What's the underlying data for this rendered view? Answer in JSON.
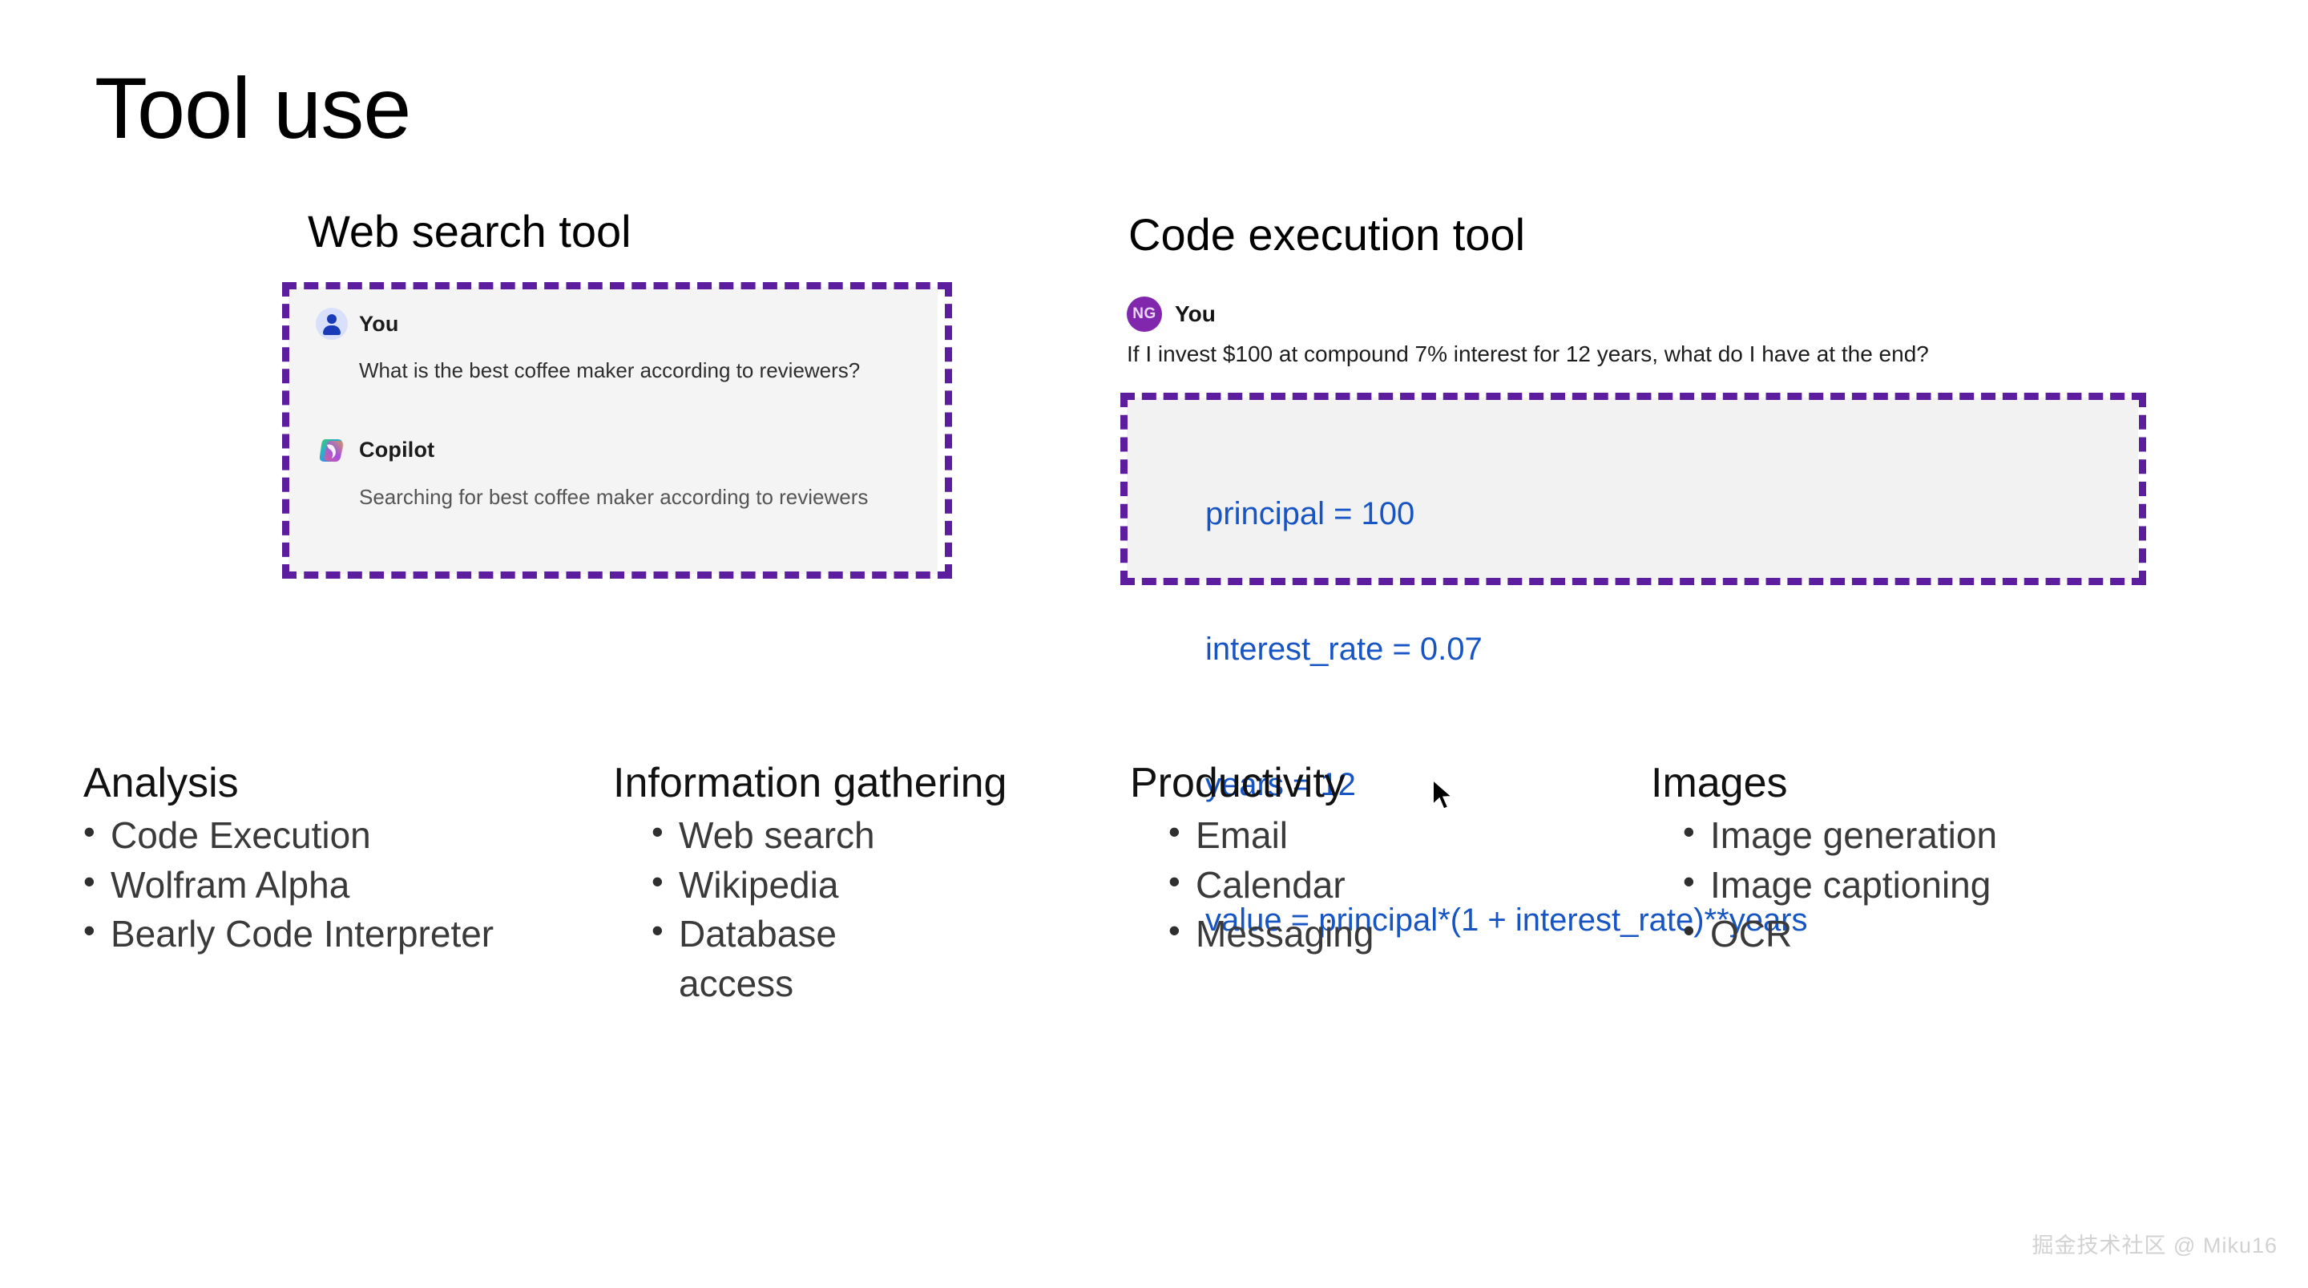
{
  "slide": {
    "title": "Tool use"
  },
  "sections": {
    "web_search": {
      "heading": "Web search tool",
      "chat": {
        "messages": [
          {
            "sender": "You",
            "avatar": "person-avatar",
            "text": "What is the best coffee maker according to reviewers?"
          },
          {
            "sender": "Copilot",
            "avatar": "copilot-logo",
            "text": "Searching for best coffee maker according to reviewers"
          }
        ]
      }
    },
    "code_execution": {
      "heading": "Code execution tool",
      "user": {
        "initials": "NG",
        "sender": "You",
        "question": "If I invest $100 at compound 7% interest for 12 years, what do I have at the end?"
      },
      "code": {
        "language": "python",
        "lines": [
          "principal = 100",
          "interest_rate = 0.07",
          "years = 12",
          "value = principal*(1 + interest_rate)**years"
        ]
      }
    }
  },
  "categories": [
    {
      "title": "Analysis",
      "items": [
        "Code Execution",
        "Wolfram Alpha",
        "Bearly Code Interpreter"
      ]
    },
    {
      "title": "Information gathering",
      "items": [
        "Web search",
        "Wikipedia",
        "Database access"
      ]
    },
    {
      "title": "Productivity",
      "items": [
        "Email",
        "Calendar",
        "Messaging"
      ]
    },
    {
      "title": "Images",
      "items": [
        "Image generation",
        "Image captioning",
        "OCR"
      ]
    }
  ],
  "watermark": "掘金技术社区 @ Miku16",
  "colors": {
    "selection_dash": "#5C1E9E",
    "code_text": "#1755C4",
    "card_background": "#F2F2F2",
    "avatar_ng_background": "#8127AE",
    "avatar_you_background": "#D8E0FB",
    "title_text": "#000000"
  }
}
